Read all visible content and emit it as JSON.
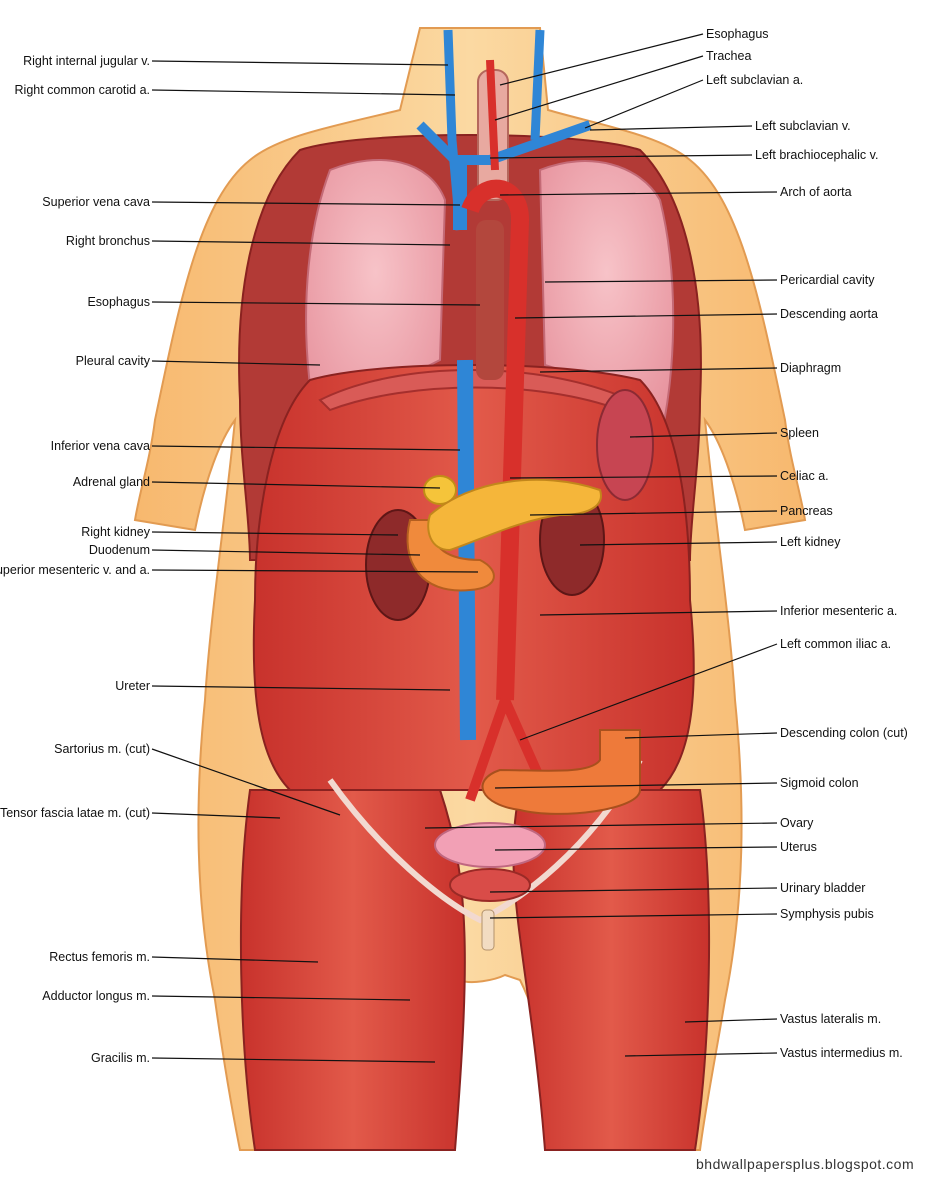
{
  "diagram": {
    "labels_left": [
      "Right internal jugular v.",
      "Right common carotid a.",
      "Superior vena cava",
      "Right bronchus",
      "Esophagus",
      "Pleural cavity",
      "Inferior vena cava",
      "Adrenal gland",
      "Right kidney",
      "Duodenum",
      "Superior mesenteric v. and a.",
      "Ureter",
      "Sartorius m. (cut)",
      "Tensor fascia latae m. (cut)",
      "Rectus femoris m.",
      "Adductor longus m.",
      "Gracilis m."
    ],
    "labels_right": [
      "Esophagus",
      "Trachea",
      "Left subclavian a.",
      "Left subclavian v.",
      "Left brachiocephalic v.",
      "Arch of aorta",
      "Pericardial cavity",
      "Descending aorta",
      "Diaphragm",
      "Spleen",
      "Celiac a.",
      "Pancreas",
      "Left kidney",
      "Inferior mesenteric a.",
      "Left common iliac a.",
      "Descending colon (cut)",
      "Sigmoid colon",
      "Ovary",
      "Uterus",
      "Urinary bladder",
      "Symphysis pubis",
      "Vastus lateralis m.",
      "Vastus intermedius m."
    ],
    "watermark": "bhdwallpapersplus.blogspot.com",
    "colors": {
      "skin": "#f9c98a",
      "skin_dark": "#e9a864",
      "muscle": "#d9443a",
      "muscle_dark": "#a82a24",
      "lung": "#f1a7b0",
      "vein": "#2f86d6",
      "artery": "#d8302b",
      "organ_orange": "#f08a3c",
      "pancreas": "#f5b63a",
      "kidney": "#8e2a2a"
    }
  }
}
